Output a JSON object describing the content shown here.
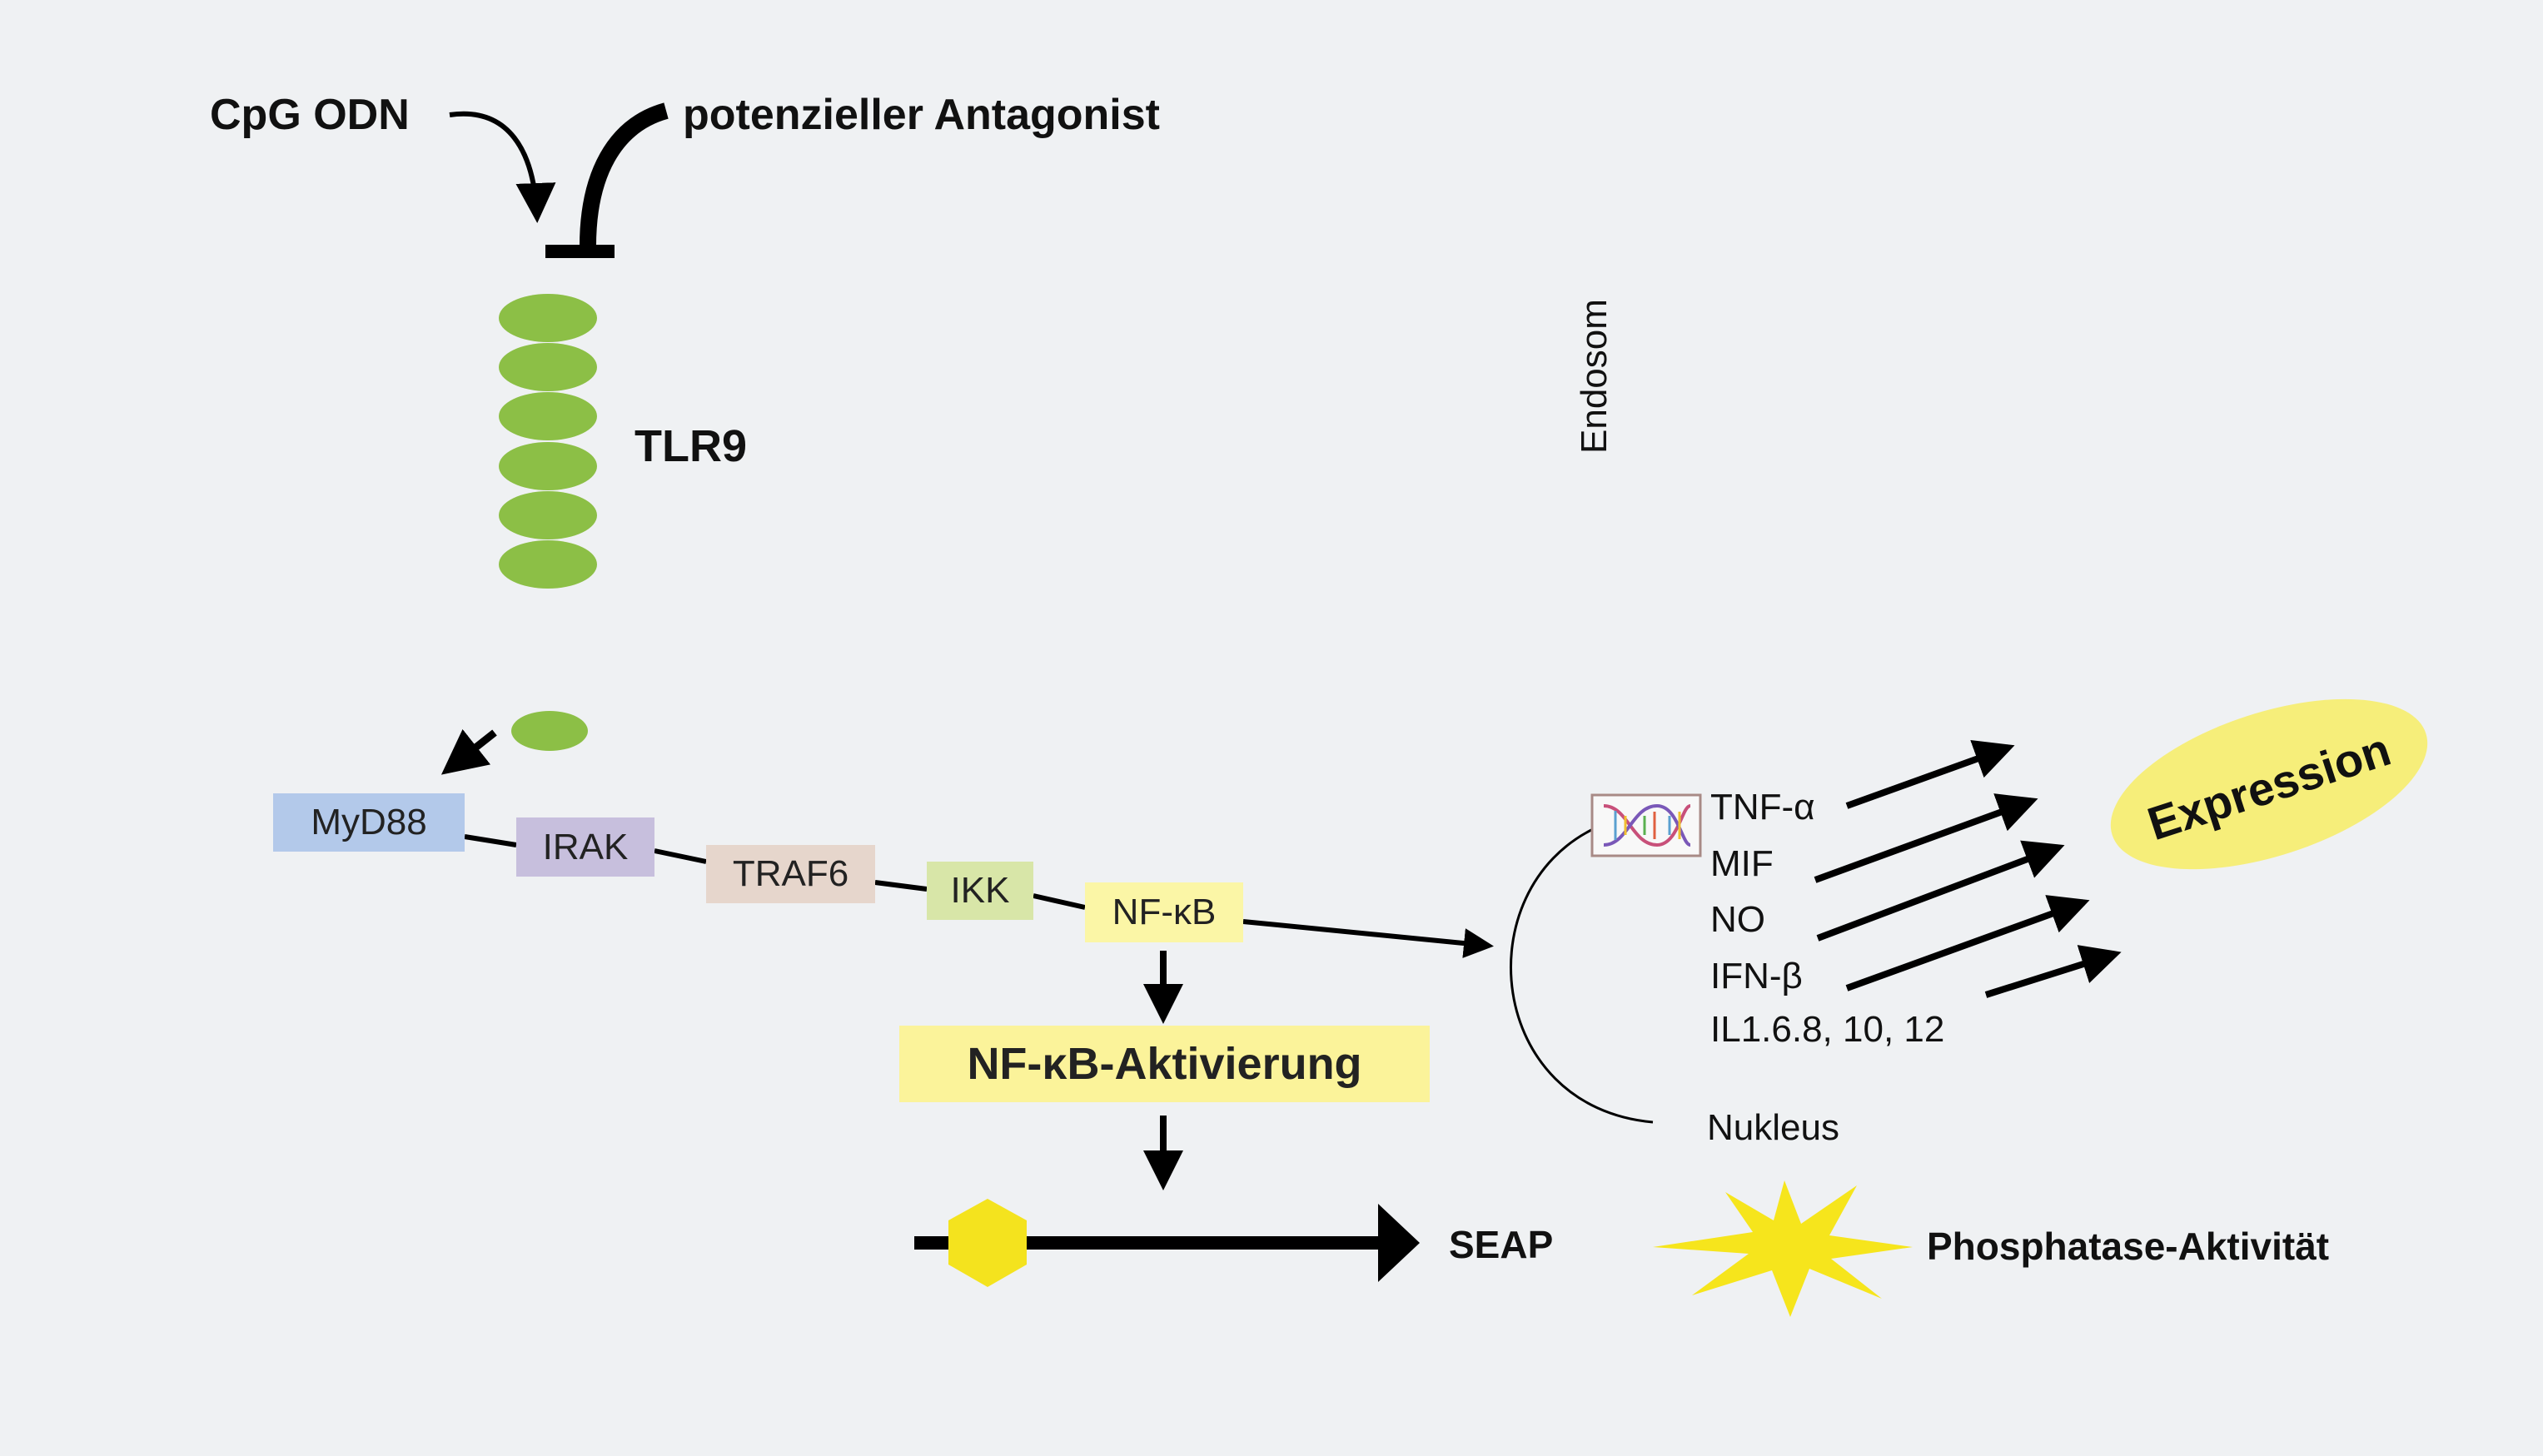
{
  "inputs": {
    "agonist": "CpG ODN",
    "antagonist": "potenzieller Antagonist"
  },
  "receptor": {
    "label": "TLR9"
  },
  "compartments": {
    "endosome": "Endosom",
    "nucleus": "Nukleus"
  },
  "cascade": [
    {
      "id": "myd88",
      "label": "MyD88",
      "color": "#b3c9ea"
    },
    {
      "id": "irak",
      "label": "IRAK",
      "color": "#c7bfdd"
    },
    {
      "id": "traf6",
      "label": "TRAF6",
      "color": "#e6d6cc"
    },
    {
      "id": "ikk",
      "label": "IKK",
      "color": "#d8e6a8"
    },
    {
      "id": "nfkb",
      "label": "NF-κB",
      "color": "#fbf6a6"
    }
  ],
  "activation": {
    "label": "NF-κB-Aktivierung",
    "color": "#fbf39a"
  },
  "genes": [
    "TNF-α",
    "MIF",
    "NO",
    "IFN-β",
    "IL1.6.8, 10, 12"
  ],
  "expression": {
    "label": "Expression",
    "color": "#f6ee7a"
  },
  "reporter": {
    "label": "SEAP",
    "marker_color": "#f4e31e"
  },
  "readout": {
    "label": "Phosphatase-Aktivität",
    "color": "#f6e51c"
  },
  "colors": {
    "background": "#eff1f3",
    "receptor": "#8cbf46",
    "lipid_head": "#f3ea9a",
    "line": "#000000"
  }
}
